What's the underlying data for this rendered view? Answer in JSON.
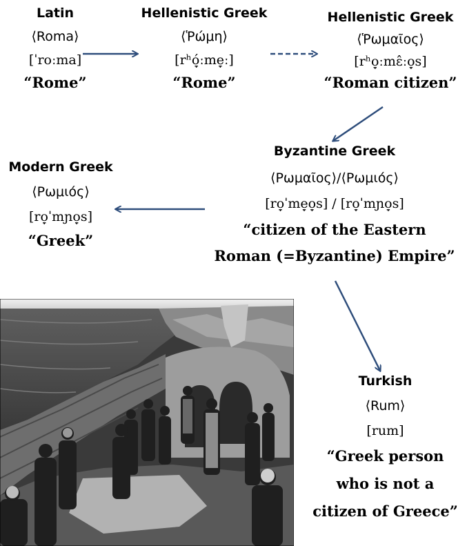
{
  "nodes": {
    "latin": {
      "lang": "Latin",
      "spelling": "⟨Roma⟩",
      "ipa": "[ˈroːma]",
      "gloss": "“Rome”"
    },
    "hellenistic1": {
      "lang": "Hellenistic Greek",
      "spelling": "⟨Ῥώμη⟩",
      "ipa": "[rʰó̞ːme̞ː]",
      "gloss": "“Rome”"
    },
    "hellenistic2": {
      "lang": "Hellenistic Greek",
      "spelling": "⟨Ῥωμαῖος⟩",
      "ipa": "[rʰo̞ːmɛ̂ːo̞s]",
      "gloss": "“Roman citizen”"
    },
    "byzantine": {
      "lang": "Byzantine Greek",
      "spelling": "⟨Ρωμαῖος⟩/⟨Ρωμιός⟩",
      "ipa": "[ro̞ˈme̞o̞s] / [ro̞ˈmɲo̞s]",
      "gloss_line1": "“citizen of the Eastern",
      "gloss_line2": "Roman (=Byzantine) Empire”"
    },
    "modern": {
      "lang": "Modern Greek",
      "spelling": "⟨Ρωμιός⟩",
      "ipa": "[ro̞ˈmɲo̞s]",
      "gloss": "“Greek”"
    },
    "turkish": {
      "lang": "Turkish",
      "spelling": "⟨Rum⟩",
      "ipa": "[rum]",
      "gloss_line1": "“Greek person",
      "gloss_line2": "who is not a",
      "gloss_line3": "citizen of Greece”"
    }
  },
  "colors": {
    "arrow": "#2e4d7b",
    "text": "#000000"
  }
}
